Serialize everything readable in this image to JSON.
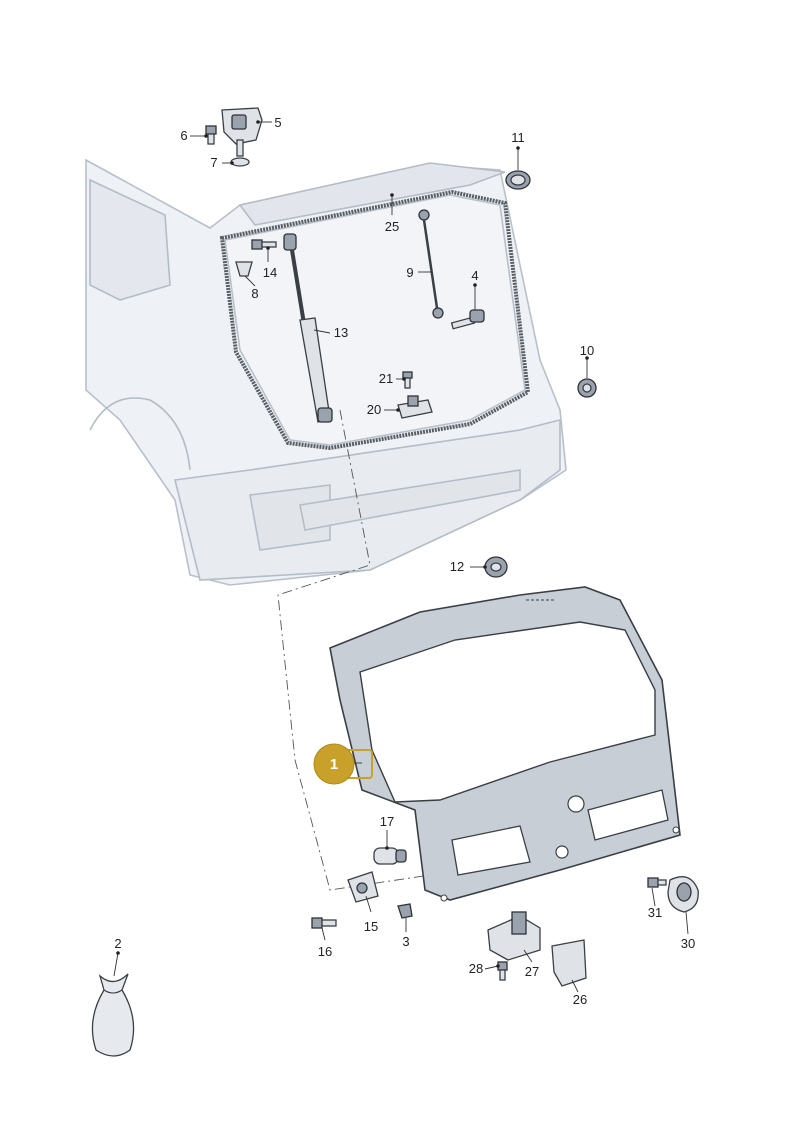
{
  "callouts": [
    {
      "id": "1",
      "label": "1",
      "highlighted": true
    },
    {
      "id": "2",
      "label": "2"
    },
    {
      "id": "3",
      "label": "3"
    },
    {
      "id": "4",
      "label": "4"
    },
    {
      "id": "5",
      "label": "5"
    },
    {
      "id": "6",
      "label": "6"
    },
    {
      "id": "7",
      "label": "7"
    },
    {
      "id": "8",
      "label": "8"
    },
    {
      "id": "9",
      "label": "9"
    },
    {
      "id": "10",
      "label": "10"
    },
    {
      "id": "11",
      "label": "11"
    },
    {
      "id": "12",
      "label": "12"
    },
    {
      "id": "13",
      "label": "13"
    },
    {
      "id": "14",
      "label": "14"
    },
    {
      "id": "15",
      "label": "15"
    },
    {
      "id": "16",
      "label": "16"
    },
    {
      "id": "17",
      "label": "17"
    },
    {
      "id": "20",
      "label": "20"
    },
    {
      "id": "21",
      "label": "21"
    },
    {
      "id": "25",
      "label": "25"
    },
    {
      "id": "26",
      "label": "26"
    },
    {
      "id": "27",
      "label": "27"
    },
    {
      "id": "28",
      "label": "28"
    },
    {
      "id": "30",
      "label": "30"
    },
    {
      "id": "31",
      "label": "31"
    }
  ],
  "colors": {
    "highlight": "#c9a02a",
    "part_stroke": "#3a3f46",
    "car_body": "#eef1f5",
    "tailgate": "#c8ced6"
  }
}
